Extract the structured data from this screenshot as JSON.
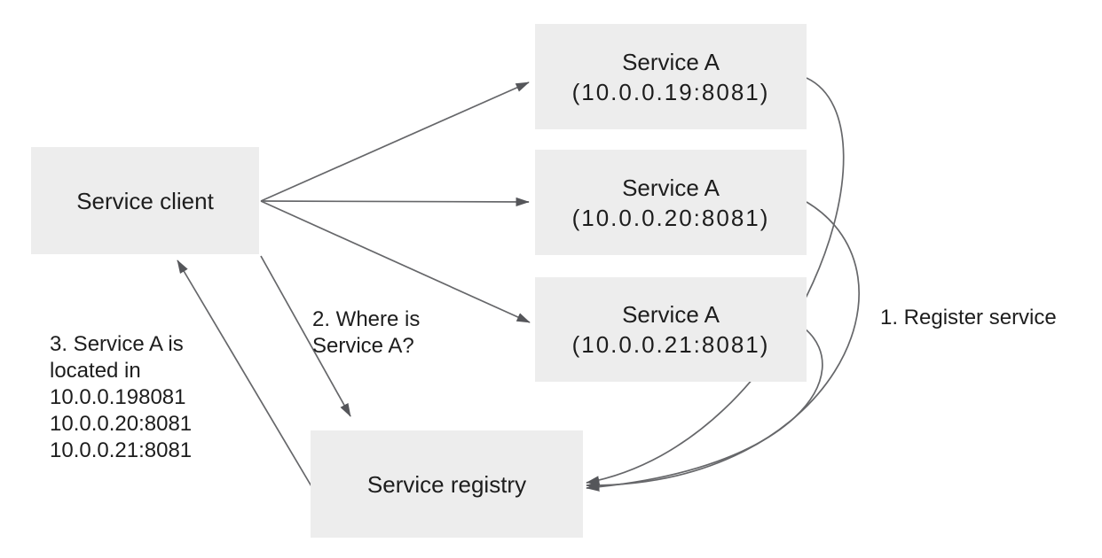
{
  "colors": {
    "background": "#ffffff",
    "node_fill": "#ededed",
    "line": "#66676a",
    "arrowhead": "#55565a",
    "text": "#1d1d1d"
  },
  "nodes": {
    "client": {
      "label": "Service client"
    },
    "service1": {
      "name": "Service A",
      "address": "(10.0.0.19:8081)"
    },
    "service2": {
      "name": "Service A",
      "address": "(10.0.0.20:8081)"
    },
    "service3": {
      "name": "Service A",
      "address": "(10.0.0.21:8081)"
    },
    "registry": {
      "label": "Service registry"
    }
  },
  "labels": {
    "register": "1. Register service",
    "where": {
      "line1": "2. Where is",
      "line2": "Service A?"
    },
    "located": {
      "line1": "3. Service A is",
      "line2": "located in",
      "line3": "10.0.0.198081",
      "line4": "10.0.0.20:8081",
      "line5": "10.0.0.21:8081"
    }
  }
}
